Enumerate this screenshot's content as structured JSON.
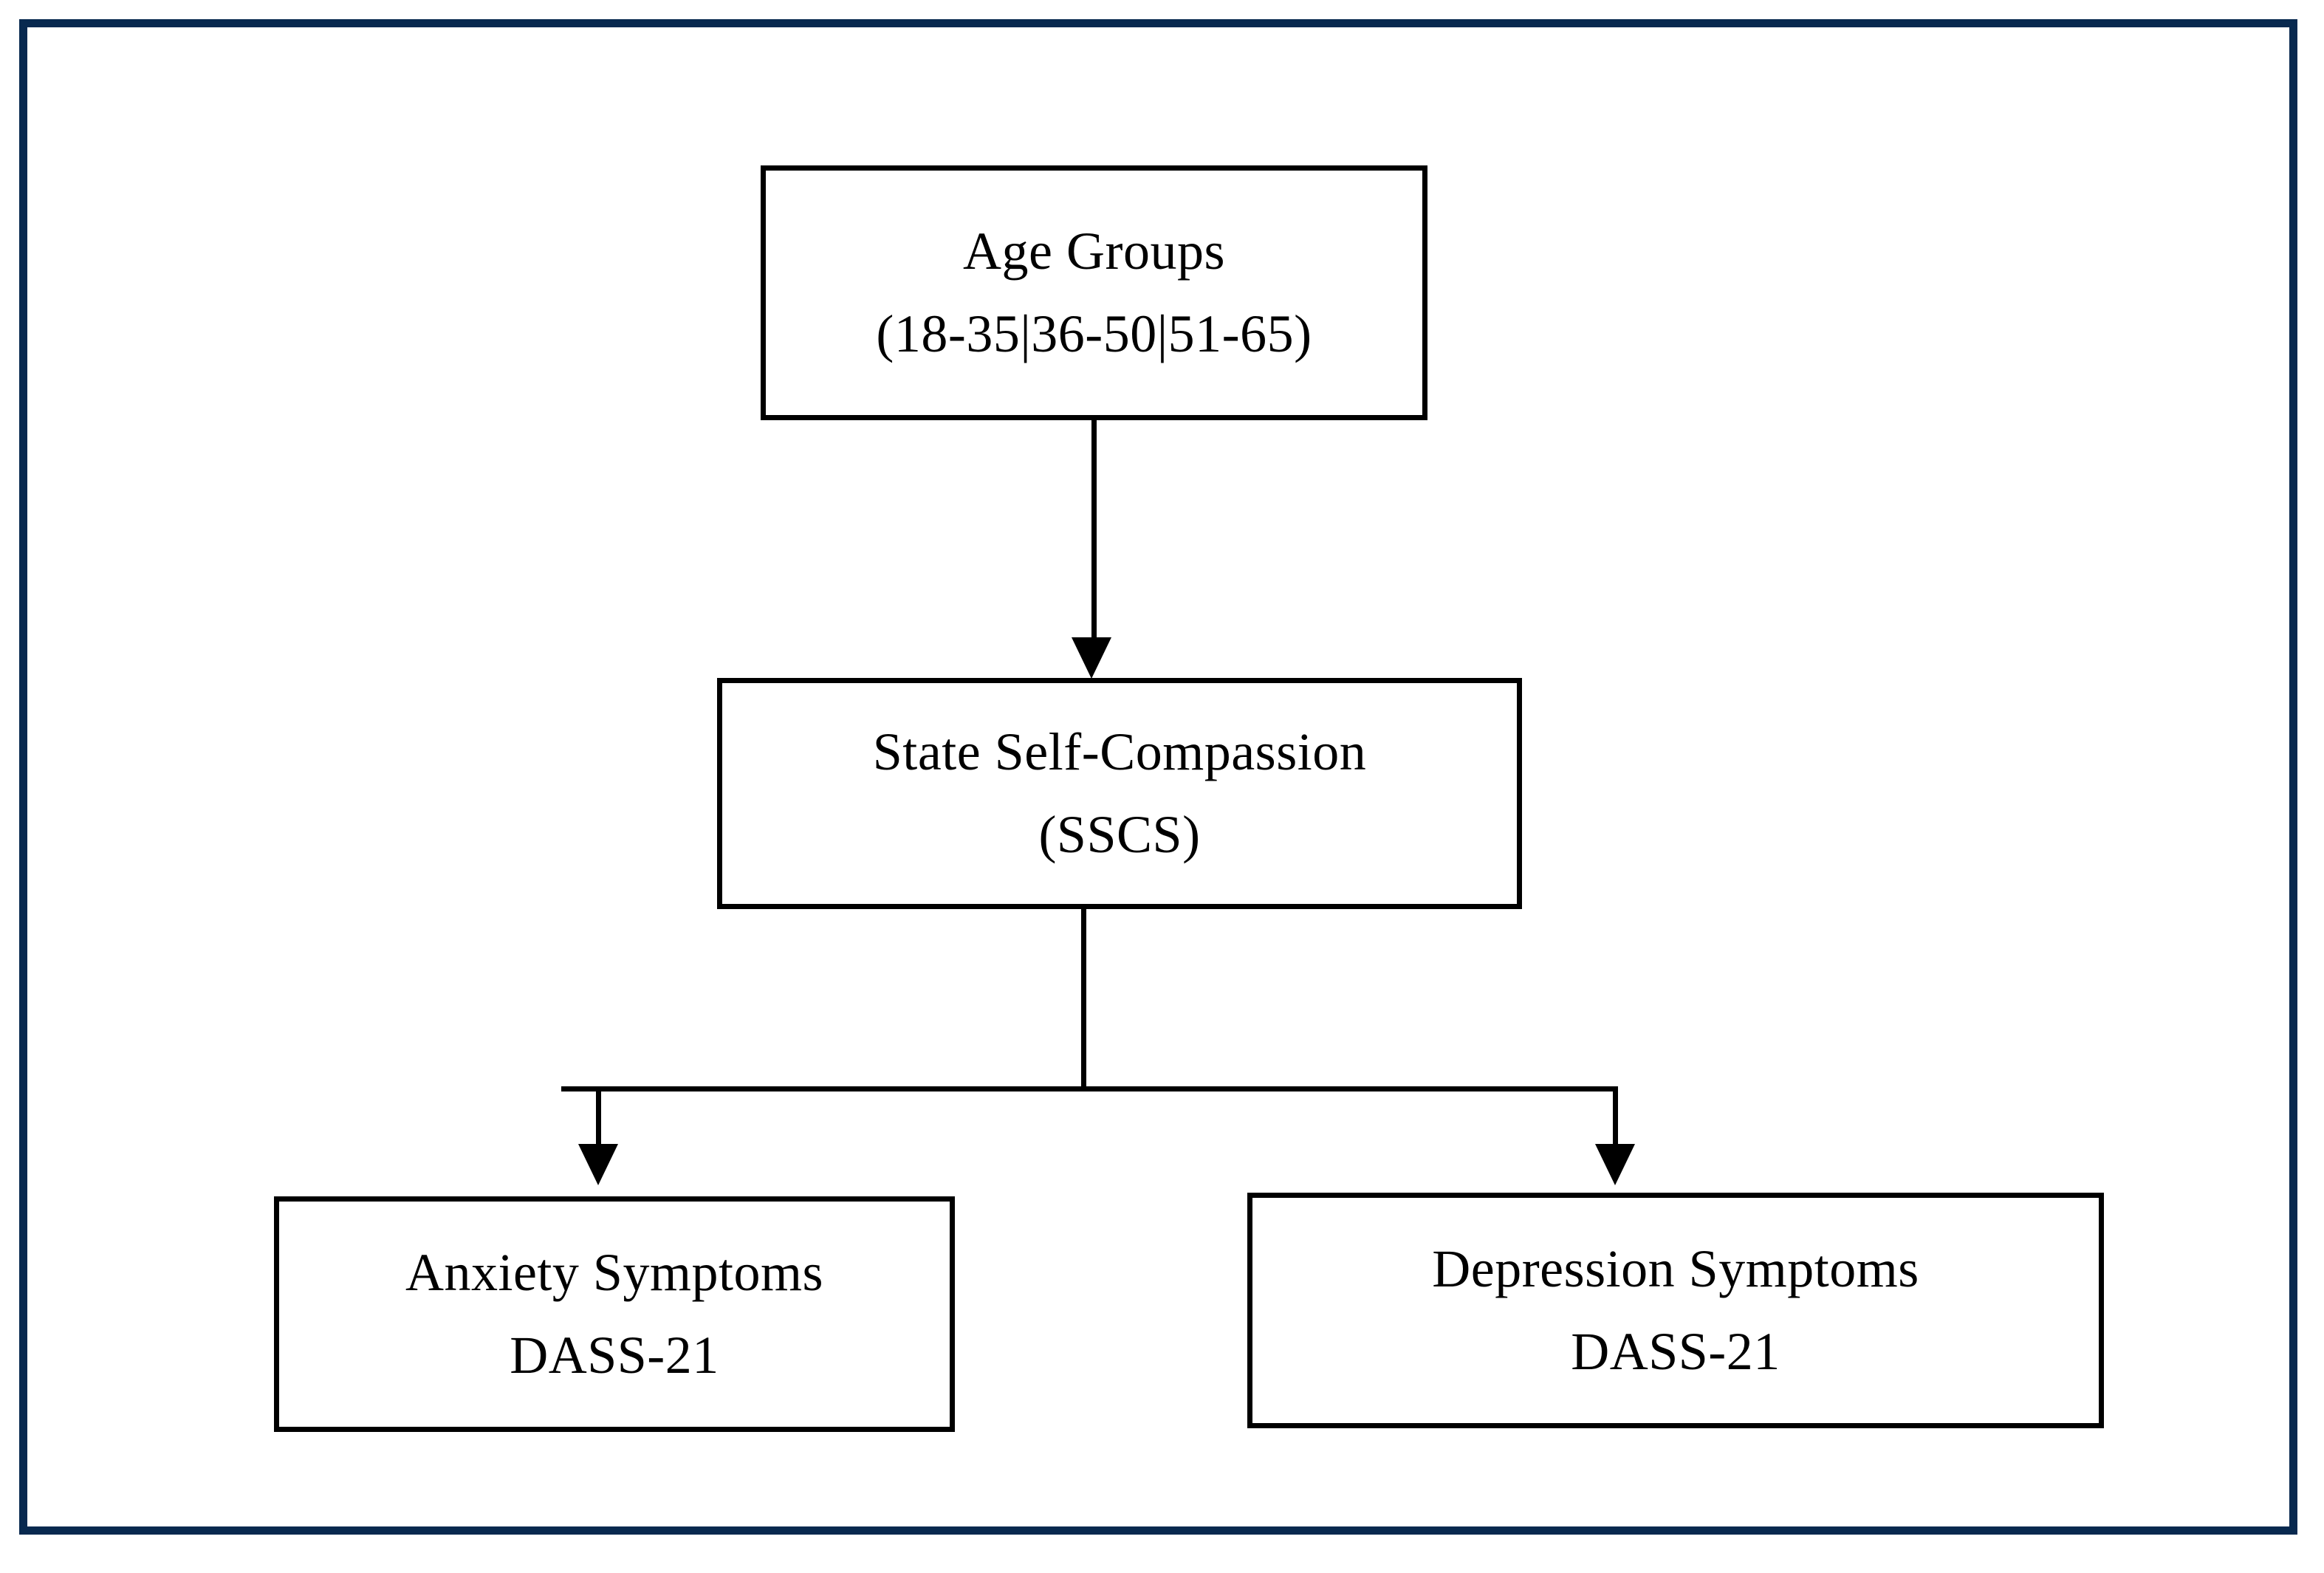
{
  "figure": {
    "type": "flowchart",
    "orientation": "top-down",
    "frame_color": "#08294f",
    "node_border_color": "#000000",
    "background_color": "#ffffff",
    "nodes": [
      {
        "id": "age-groups",
        "line1": "Age Groups",
        "line2": "(18-35|36-50|51-65)"
      },
      {
        "id": "sscs",
        "line1": "State Self-Compassion",
        "line2": "(SSCS)"
      },
      {
        "id": "anxiety",
        "line1": "Anxiety Symptoms",
        "line2": "DASS-21"
      },
      {
        "id": "depression",
        "line1": "Depression Symptoms",
        "line2": "DASS-21"
      }
    ],
    "edges": [
      {
        "from": "age-groups",
        "to": "sscs",
        "style": "straight-arrow"
      },
      {
        "from": "sscs",
        "to": "anxiety",
        "style": "branch-arrow"
      },
      {
        "from": "sscs",
        "to": "depression",
        "style": "branch-arrow"
      }
    ]
  }
}
